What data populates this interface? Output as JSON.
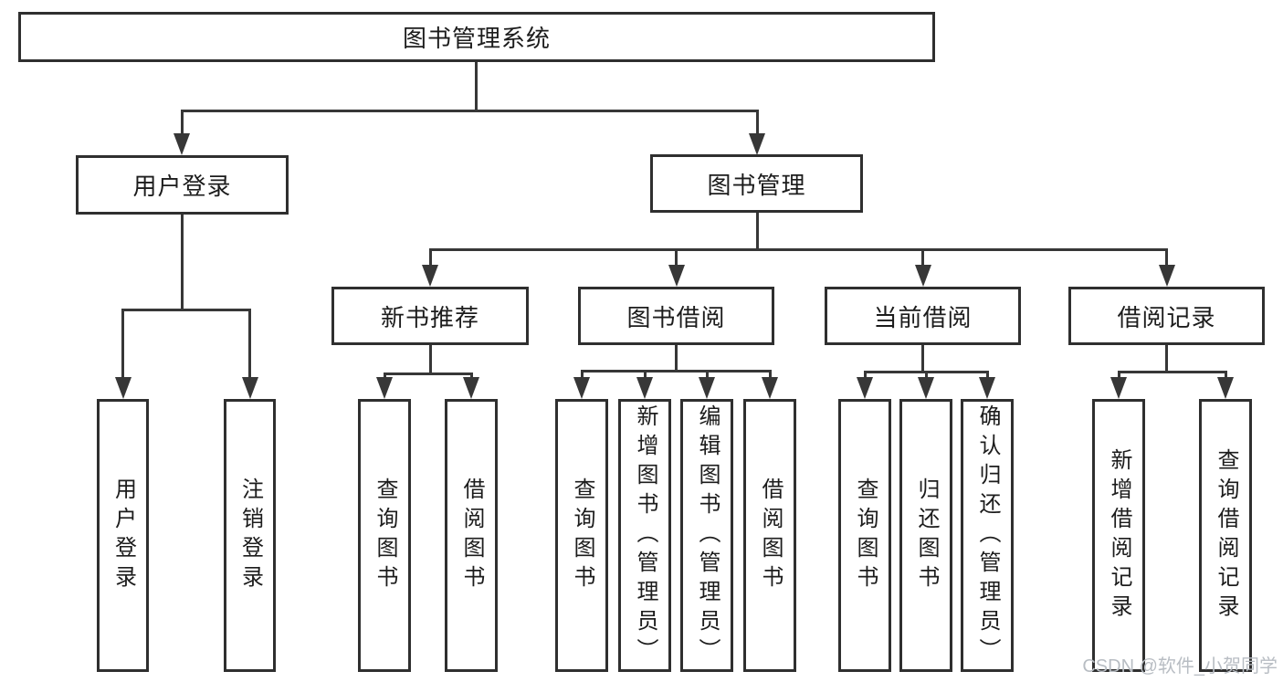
{
  "diagram": {
    "title": "图书管理系统",
    "nodes": {
      "root": "图书管理系统",
      "user_login": "用户登录",
      "book_mgmt": "图书管理",
      "login": "用户登录",
      "logout": "注销登录",
      "new_book_rec": "新书推荐",
      "book_borrow": "图书借阅",
      "current_borrow": "当前借阅",
      "borrow_records": "借阅记录",
      "query_books_1": "查询图书",
      "borrow_books_1": "借阅图书",
      "query_books_2": "查询图书",
      "add_books_admin": "新增图书（管理员）",
      "edit_books_admin": "编辑图书（管理员）",
      "borrow_books_2": "借阅图书",
      "query_books_3": "查询图书",
      "return_books": "归还图书",
      "confirm_return_admin": "确认归还（管理员）",
      "add_borrow_record": "新增借阅记录",
      "query_borrow_record": "查询借阅记录"
    },
    "colors": {
      "line": "#373737",
      "box_border": "#2f2f2f",
      "text": "#1c1c1c",
      "watermark": "#b8bdc3",
      "background": "#ffffff"
    }
  },
  "watermark": "CSDN @软件_小贺同学"
}
